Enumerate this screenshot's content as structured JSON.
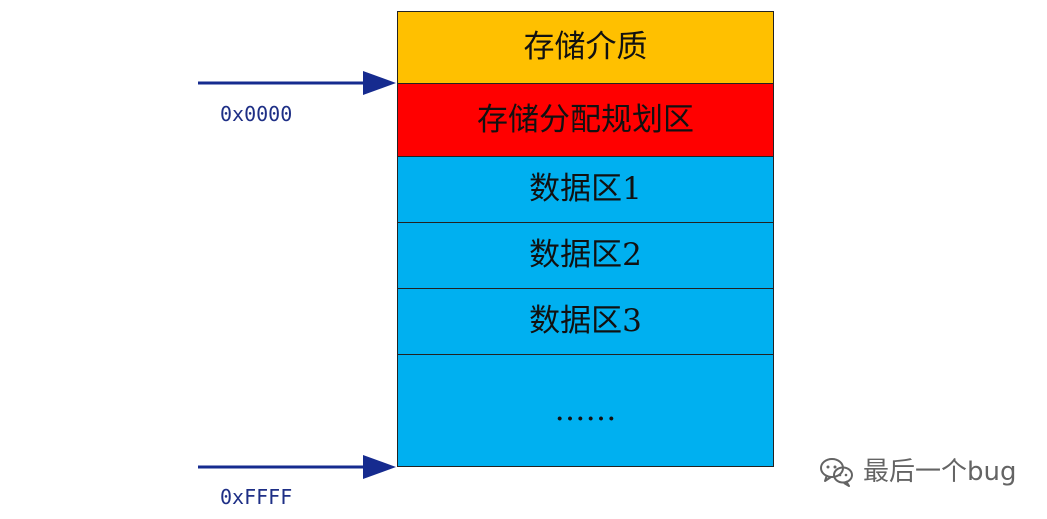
{
  "diagram": {
    "blocks": [
      {
        "label": "存储介质",
        "color": "#FFC000"
      },
      {
        "label": "存储分配规划区",
        "color": "#FF0000"
      },
      {
        "label": "数据区1",
        "color": "#00B0F0"
      },
      {
        "label": "数据区2",
        "color": "#00B0F0"
      },
      {
        "label": "数据区3",
        "color": "#00B0F0"
      },
      {
        "label": "……",
        "color": "#00B0F0"
      }
    ],
    "arrows": [
      {
        "label": "0x0000",
        "color": "#162B8F"
      },
      {
        "label": "0xFFFF",
        "color": "#162B8F"
      }
    ]
  },
  "watermark": {
    "text": "最后一个bug",
    "icon": "wechat-icon",
    "color": "#5C5C5C"
  }
}
